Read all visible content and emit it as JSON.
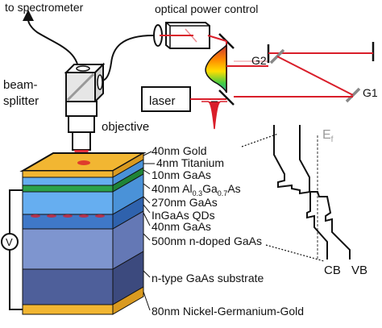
{
  "labels": {
    "to_spectrometer": "to spectrometer",
    "optical_power_control": "optical power control",
    "beam_line1": "beam-",
    "beam_line2": "splitter",
    "objective": "objective",
    "laser": "laser",
    "g1": "G1",
    "g2": "G2",
    "ef_main": "E",
    "ef_sub": "f",
    "cb": "CB",
    "vb": "VB",
    "voltmeter": "V"
  },
  "layers": {
    "l1": "40nm Gold",
    "l2": "4nm Titanium",
    "l3": "10nm GaAs",
    "l4_a": "40nm Al",
    "l4_b": "0.3",
    "l4_c": "Ga",
    "l4_d": "0.7",
    "l4_e": "As",
    "l5": "270nm GaAs",
    "l6": "InGaAs QDs",
    "l7": "40nm GaAs",
    "l8": "500nm n-doped GaAs",
    "l9": "n-type GaAs substrate",
    "l10": "80nm Nickel-Germanium-Gold"
  },
  "colors": {
    "beam": "#d91e2a",
    "gold": "#f2b632",
    "blue_light": "#66aef0",
    "blue_mid": "#3f78c8",
    "green": "#2ca24a",
    "substrate": "#7e95cf",
    "substrate_dark": "#4e5f9a",
    "fermi": "#9a9a9a"
  }
}
